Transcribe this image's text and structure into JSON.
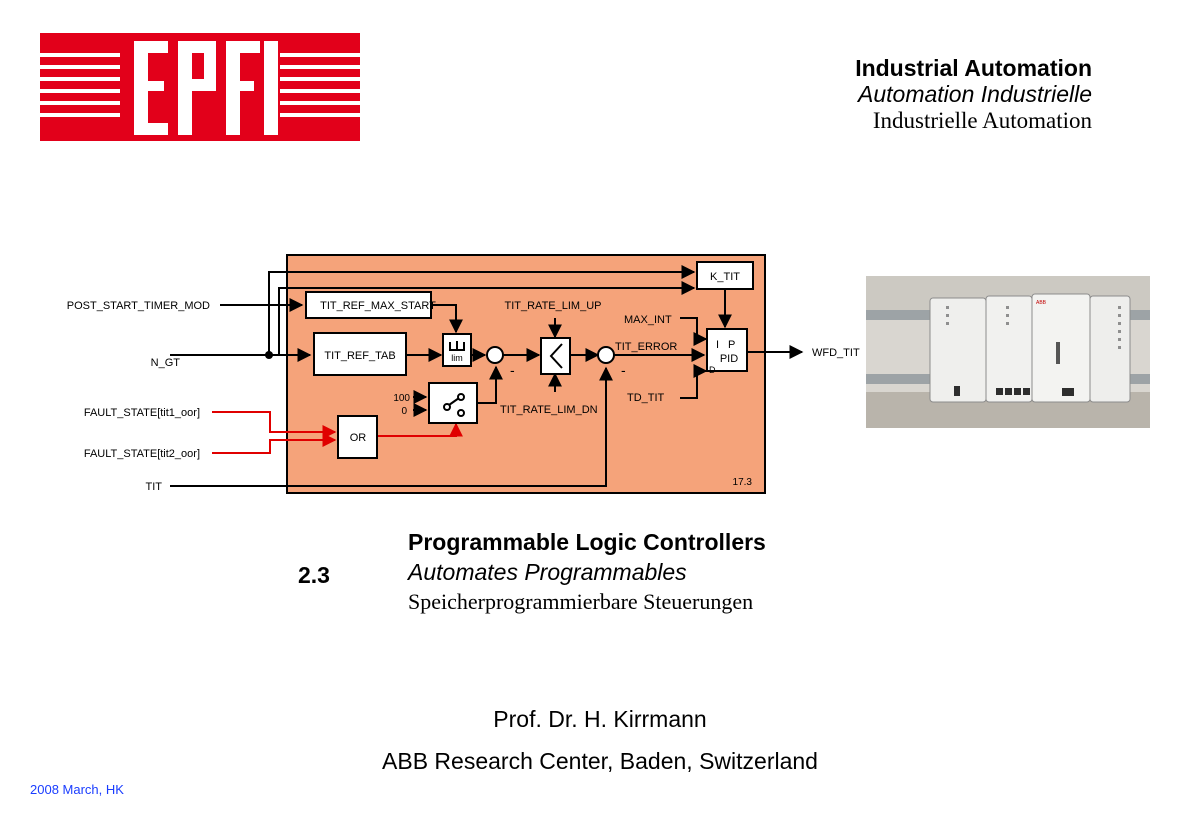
{
  "header": {
    "logo_text": "EPFL",
    "logo_color": "#e2001a",
    "title_en": "Industrial Automation",
    "title_fr": "Automation Industrielle",
    "title_de": "Industrielle Automation"
  },
  "diagram": {
    "block_color": "#f5a37a",
    "signal_color": "#e00000",
    "block_id": "17.3",
    "inputs": {
      "post_start": "POST_START_TIMER_MOD",
      "n_gt": "N_GT",
      "fault1": "FAULT_STATE[tit1_oor]",
      "fault2": "FAULT_STATE[tit2_oor]",
      "tit": "TIT"
    },
    "blocks": {
      "ref_max_start": "TIT_REF_MAX_START",
      "ref_tab": "TIT_REF_TAB",
      "lim": "lim",
      "or": "OR",
      "k_tit": "K_TIT",
      "pid_i": "I",
      "pid_p": "P",
      "pid": "PID",
      "pid_d": "D",
      "const_100": "100",
      "const_0": "0"
    },
    "labels": {
      "rate_up": "TIT_RATE_LIM_UP",
      "rate_dn": "TIT_RATE_LIM_DN",
      "max_int": "MAX_INT",
      "tit_error": "TIT_ERROR",
      "td_tit": "TD_TIT",
      "minus": "-"
    },
    "output": "WFD_TIT"
  },
  "photo": {
    "brand": "ABB"
  },
  "chapter": {
    "number": "2.3",
    "title_en": "Programmable Logic Controllers",
    "title_fr": "Automates Programmables",
    "title_de": "Speicherprogrammierbare Steuerungen"
  },
  "author": {
    "name": "Prof. Dr. H. Kirrmann",
    "affiliation": "ABB Research Center, Baden, Switzerland"
  },
  "footer": {
    "date": "2008 March, HK"
  }
}
